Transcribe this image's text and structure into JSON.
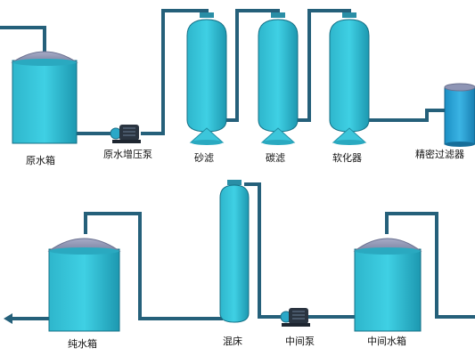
{
  "top_row": {
    "raw_tank": "原水箱",
    "booster_pump": "原水增压泵",
    "sand_filter": "砂滤",
    "carbon_filter": "碳滤",
    "softener": "软化器",
    "precision_filter": "精密过滤器"
  },
  "bottom_row": {
    "pure_tank": "纯水箱",
    "mixed_bed": "混床",
    "middle_pump": "中间泵",
    "middle_tank": "中间水箱"
  },
  "colors": {
    "tank_fill": "#33c1d6",
    "tank_dark": "#1796ad",
    "dome": "#8e95b5",
    "pipe": "#25607a",
    "pump_body": "#2a3440",
    "pump_inlet": "#2aa8c8"
  }
}
